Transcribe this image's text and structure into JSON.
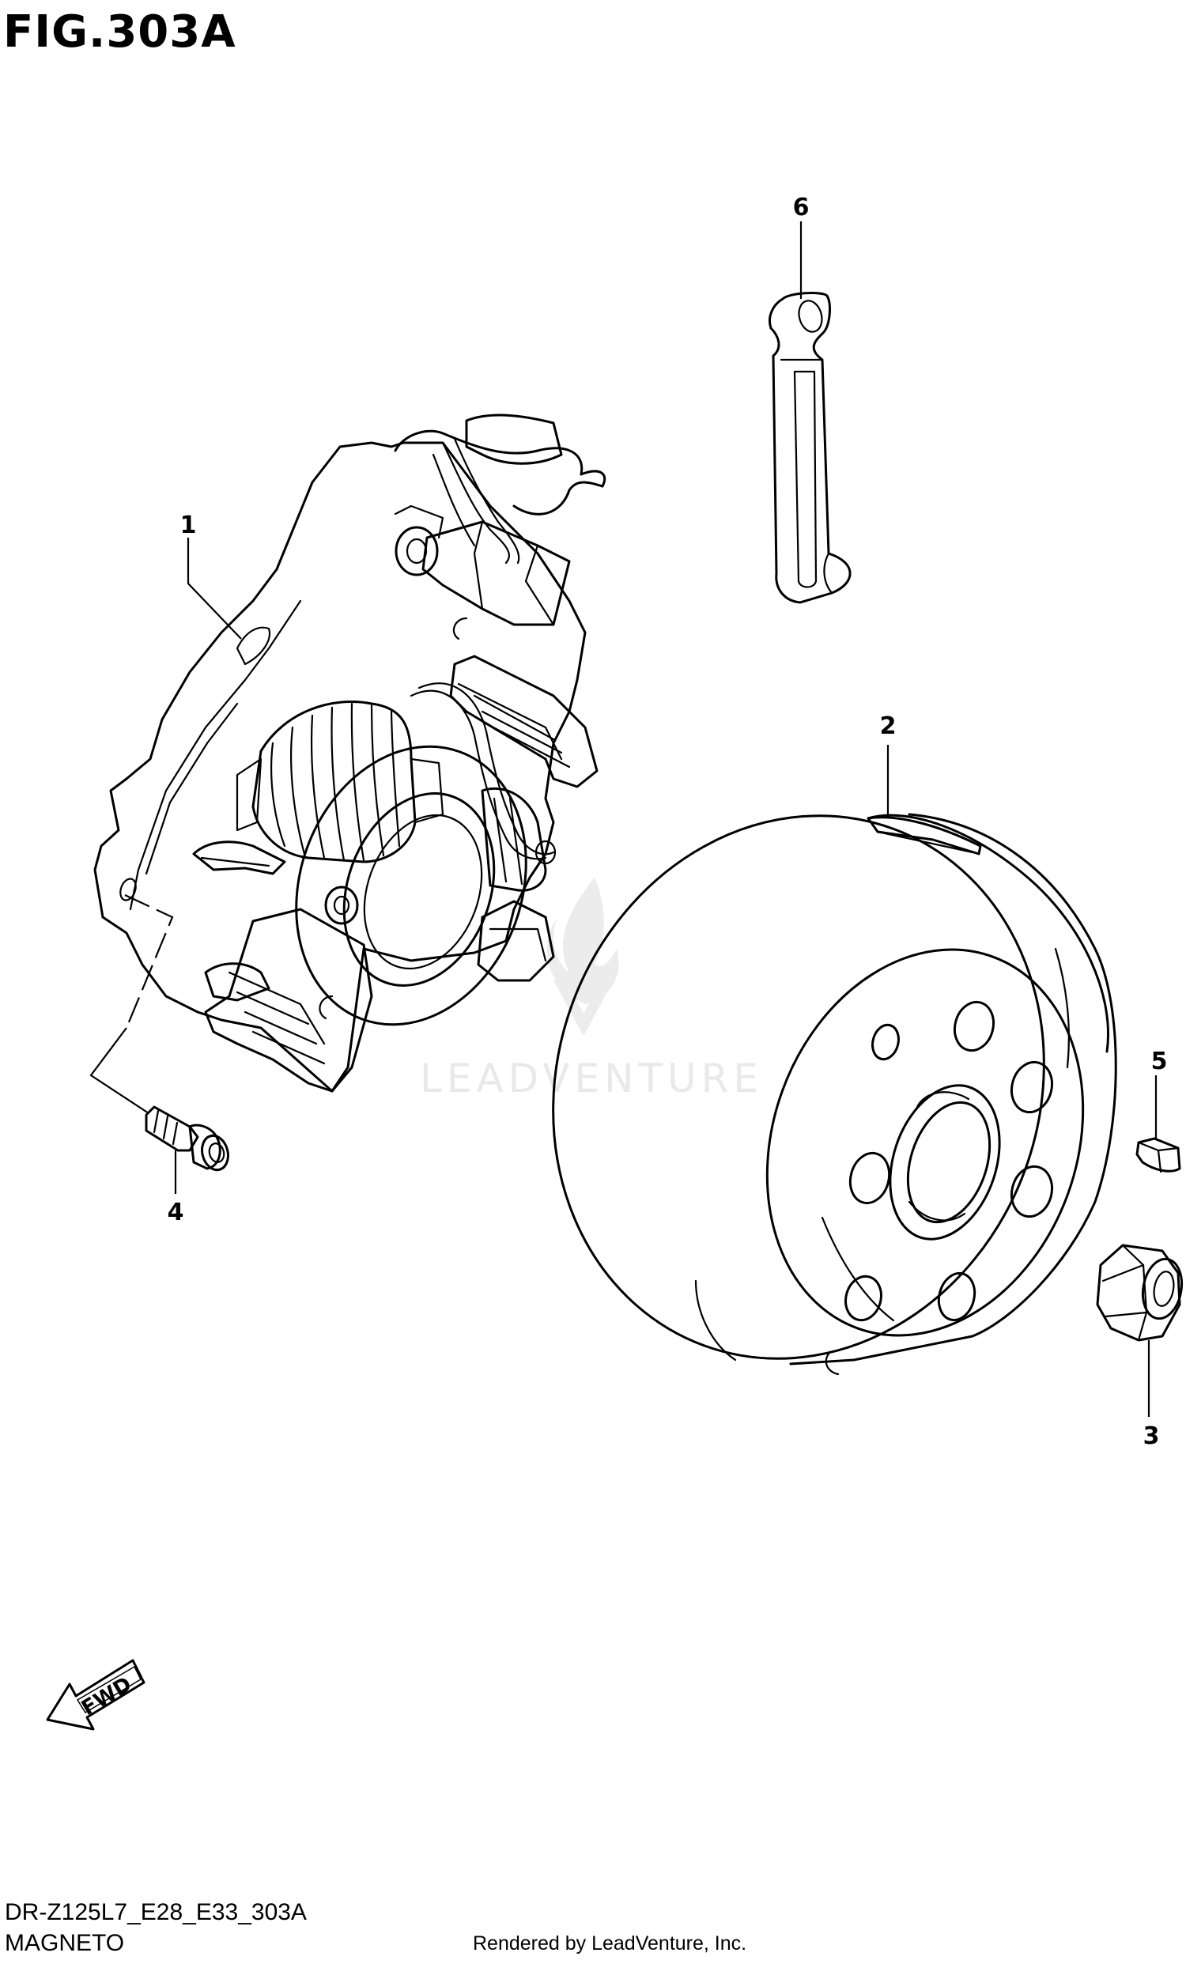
{
  "figure": {
    "title": "FIG.303A",
    "code": "DR-Z125L7_E28_E33_303A",
    "name": "MAGNETO",
    "credit": "Rendered by LeadVenture, Inc.",
    "watermark": "LEADVENTURE"
  },
  "callouts": [
    {
      "id": "1",
      "label": "1"
    },
    {
      "id": "2",
      "label": "2"
    },
    {
      "id": "3",
      "label": "3"
    },
    {
      "id": "4",
      "label": "4"
    },
    {
      "id": "5",
      "label": "5"
    },
    {
      "id": "6",
      "label": "6"
    }
  ],
  "direction_marker": {
    "label": "FWD",
    "icon": "fwd-arrow-icon"
  }
}
